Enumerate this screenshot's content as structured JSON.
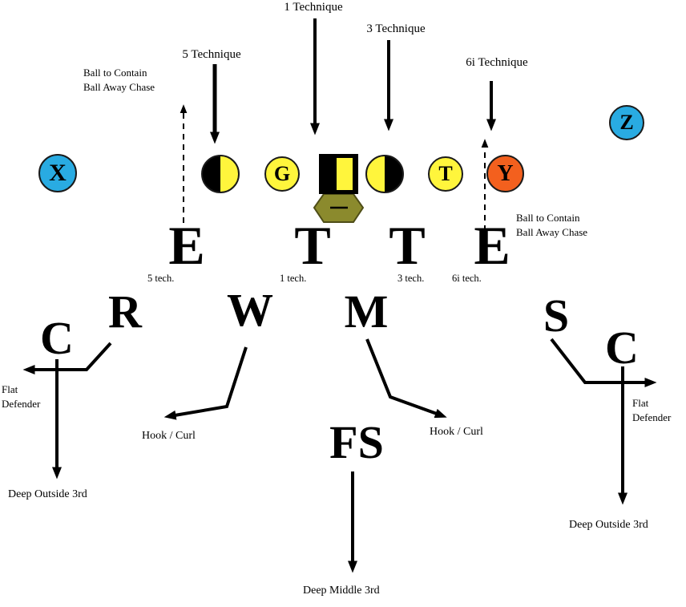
{
  "colors": {
    "receiver_blue": "#29ABE2",
    "line_yellow": "#FFF53C",
    "te_orange": "#F3601E",
    "qb_olive": "#8B8A2D"
  },
  "techniques": {
    "one": "1 Technique",
    "three": "3 Technique",
    "five": "5 Technique",
    "six_i": "6i Technique"
  },
  "notes": {
    "left": {
      "line1": "Ball to Contain",
      "line2": "Ball Away Chase"
    },
    "right": {
      "line1": "Ball to Contain",
      "line2": "Ball Away Chase"
    }
  },
  "offense": {
    "x": "X",
    "guard": "G",
    "tackle": "T",
    "y": "Y",
    "z": "Z"
  },
  "defensive_line": [
    {
      "pos": "E",
      "tech": "5 tech."
    },
    {
      "pos": "T",
      "tech": "1 tech."
    },
    {
      "pos": "T",
      "tech": "3 tech."
    },
    {
      "pos": "E",
      "tech": "6i tech."
    }
  ],
  "linebackers": {
    "rush": "R",
    "will": "W",
    "mike": "M",
    "sam": "S"
  },
  "secondary": {
    "corner_left": "C",
    "corner_right": "C",
    "free_safety": "FS"
  },
  "zones": {
    "flat_left": {
      "line1": "Flat",
      "line2": "Defender"
    },
    "flat_right": {
      "line1": "Flat",
      "line2": "Defender"
    },
    "hook_curl_left": "Hook / Curl",
    "hook_curl_right": "Hook / Curl",
    "deep_outside_left": "Deep Outside 3rd",
    "deep_outside_right": "Deep Outside 3rd",
    "deep_middle": "Deep Middle 3rd"
  }
}
